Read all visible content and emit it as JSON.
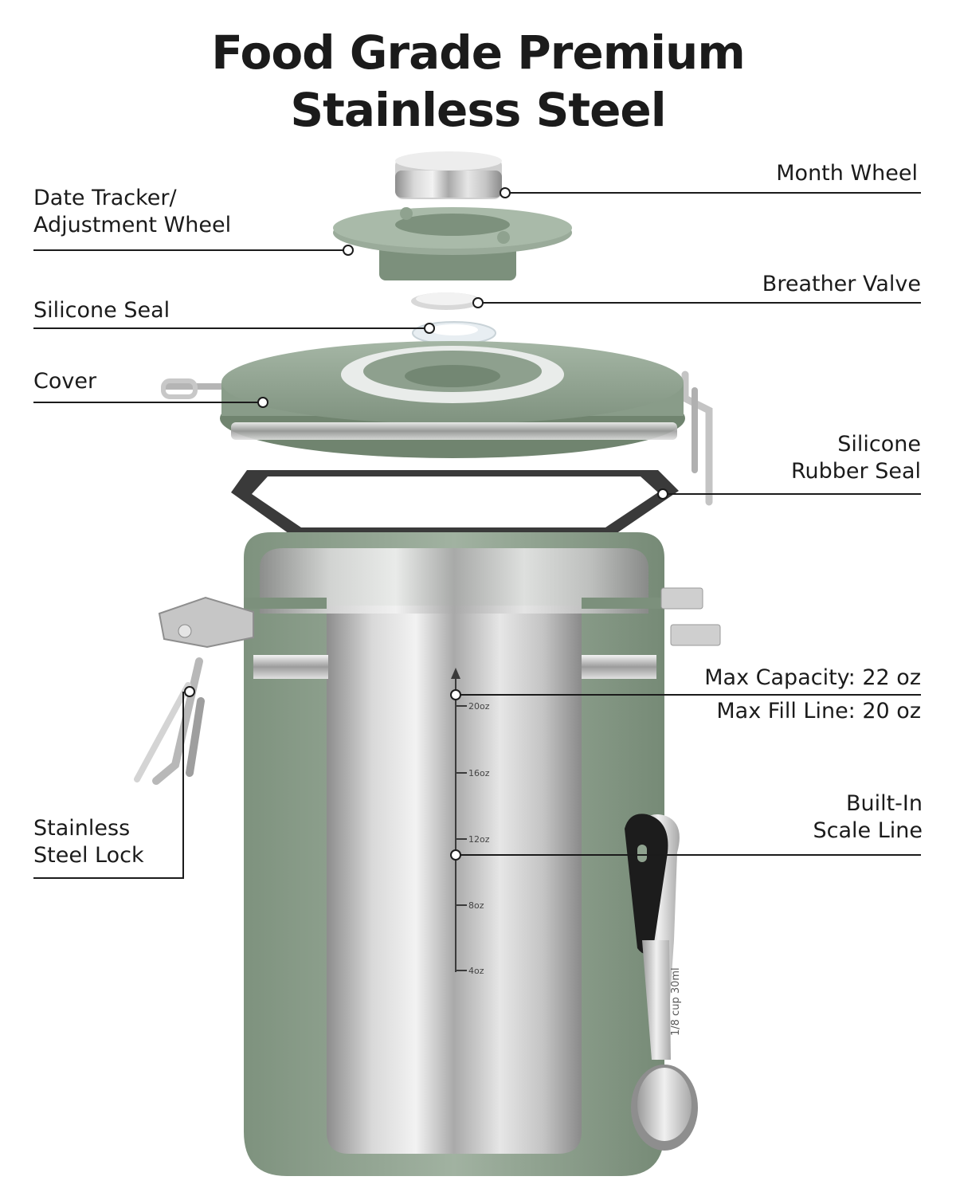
{
  "title": {
    "line1": "Food Grade Premium",
    "line2": "Stainless Steel"
  },
  "colors": {
    "body_green": "#8fa28f",
    "dark_green": "#6f846f",
    "steel_light": "#e8e8e8",
    "steel_dark": "#9a9a9a",
    "text": "#1b1b1b",
    "scoop_handle": "#1c1c1c"
  },
  "labels": {
    "month_wheel": "Month Wheel",
    "date_tracker_line1": "Date Tracker/",
    "date_tracker_line2": "Adjustment Wheel",
    "breather_valve": "Breather Valve",
    "silicone_seal": "Silicone Seal",
    "cover": "Cover",
    "rubber_seal_line1": "Silicone",
    "rubber_seal_line2": "Rubber Seal",
    "max_capacity": "Max Capacity: 22 oz",
    "max_fill": "Max Fill Line: 20 oz",
    "scale_line1": "Built-In",
    "scale_line2": "Scale Line",
    "lock_line1": "Stainless",
    "lock_line2": "Steel Lock"
  },
  "scale_ticks": [
    "20oz",
    "16oz",
    "12oz",
    "8oz",
    "4oz"
  ],
  "scoop_text": "1/8 cup 30ml"
}
